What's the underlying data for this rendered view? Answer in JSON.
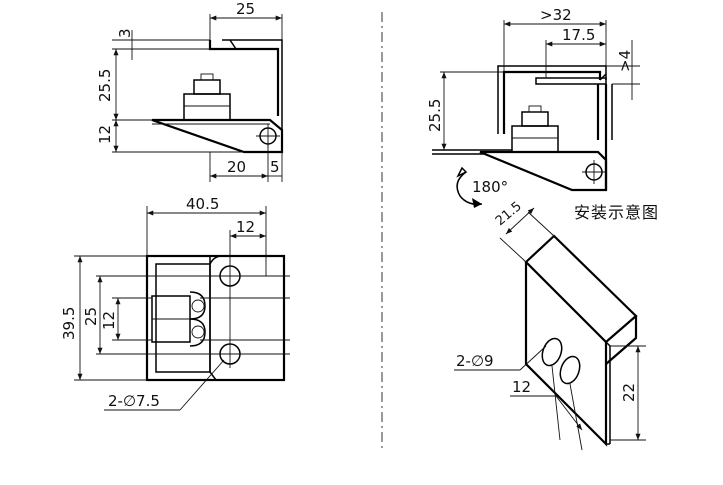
{
  "top_left_view": {
    "dims": {
      "width_top": "25",
      "gap": "3",
      "height": "25.5",
      "base": "12",
      "span": "20",
      "offset": "5"
    }
  },
  "bottom_left_view": {
    "dims": {
      "width": "40.5",
      "hole_offset": "12",
      "height": "39.5",
      "pitch": "25",
      "inner": "12",
      "holes": "2-∅7.5"
    }
  },
  "right_assembly": {
    "dims": {
      "min_width": ">32",
      "clearance": "17.5",
      "min_gap": ">4",
      "height": "25.5"
    },
    "rotation": "180°",
    "caption": "安装示意图"
  },
  "right_bracket": {
    "dims": {
      "length": "21.5",
      "holes": "2-∅9",
      "spacing": "12",
      "height": "22"
    }
  }
}
